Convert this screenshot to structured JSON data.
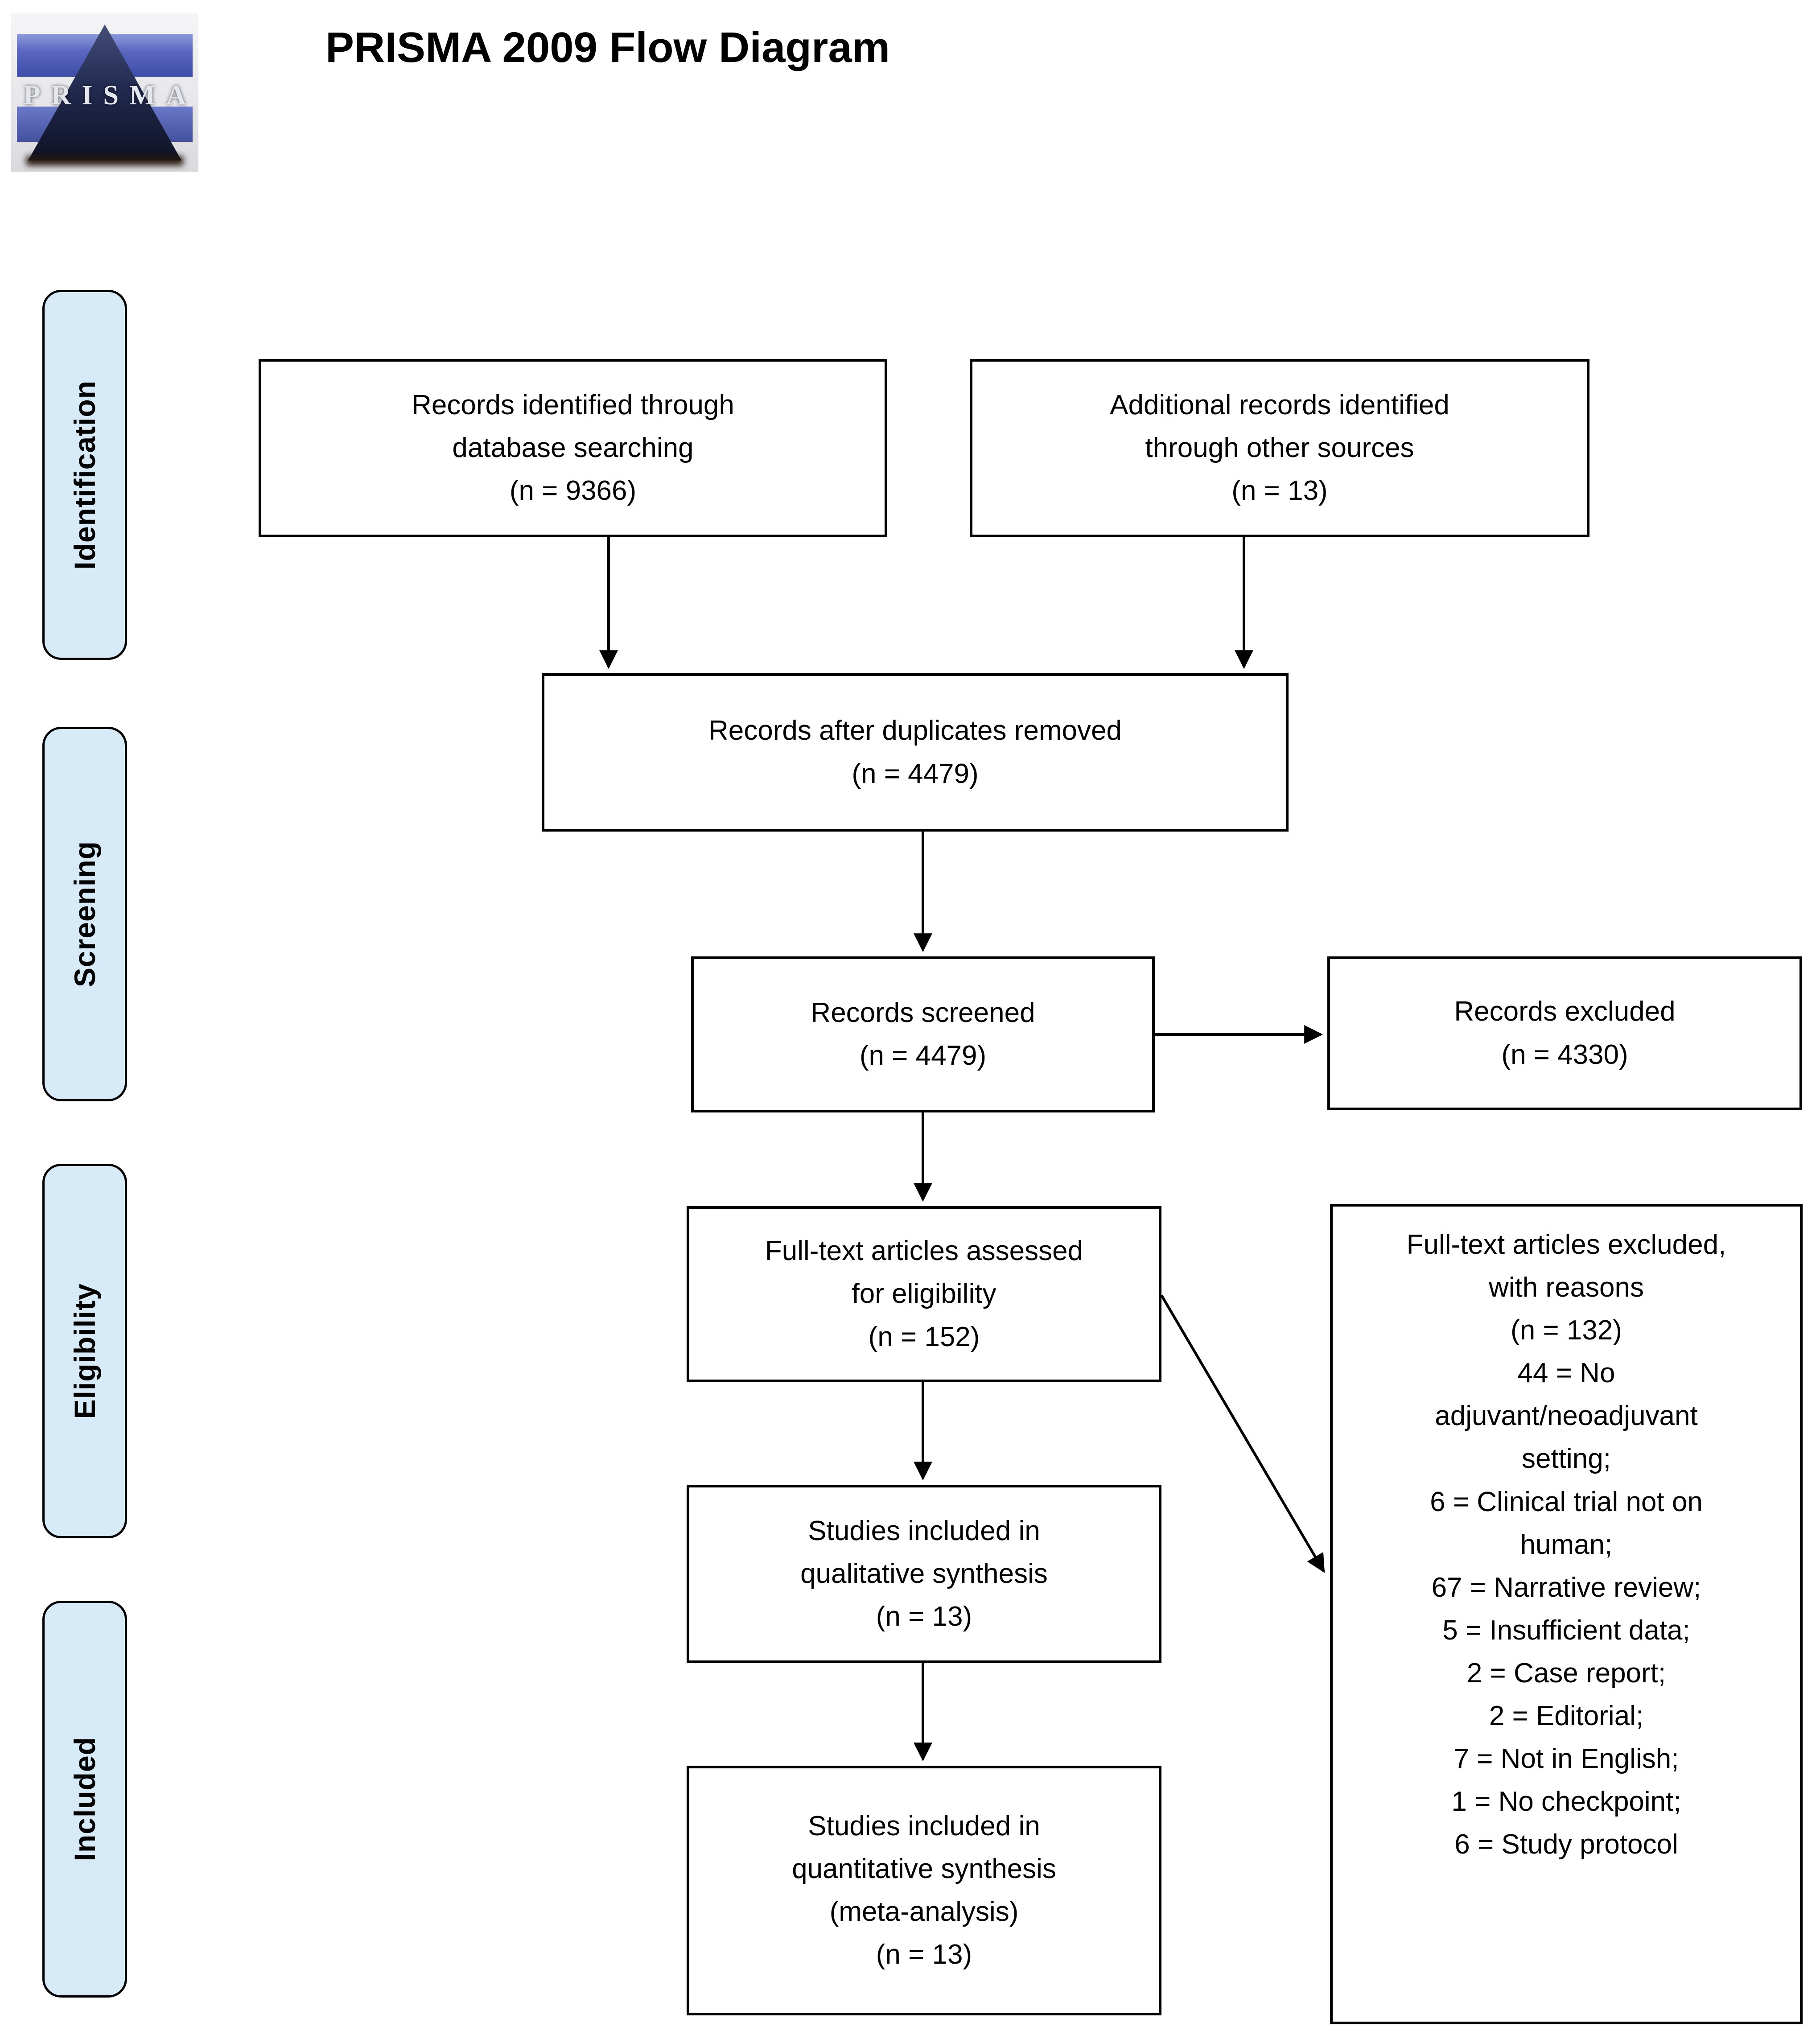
{
  "header": {
    "title": "PRISMA 2009 Flow Diagram",
    "logo_text": "PRISMA"
  },
  "colors": {
    "stage_band_fill": "#d6eaf8",
    "box_border": "#000000",
    "background": "#ffffff"
  },
  "stages": [
    {
      "label": "Identification"
    },
    {
      "label": "Screening"
    },
    {
      "label": "Eligibility"
    },
    {
      "label": "Included"
    }
  ],
  "flow": {
    "identified": {
      "text": "Records identified through\ndatabase searching\n(n = 9366)",
      "n": 9366
    },
    "additional": {
      "text": "Additional records identified\nthrough other sources\n(n = 13)",
      "n": 13
    },
    "deduplicated": {
      "text": "Records after duplicates removed\n(n = 4479)",
      "n": 4479
    },
    "screened": {
      "text": "Records screened\n(n = 4479)",
      "n": 4479
    },
    "excluded": {
      "text": "Records excluded\n(n = 4330)",
      "n": 4330
    },
    "fulltext_assessed": {
      "text": "Full-text articles assessed\nfor eligibility\n(n = 152)",
      "n": 152
    },
    "fulltext_excluded": {
      "text": "Full-text articles excluded,\nwith reasons\n(n = 132)\n44 = No\nadjuvant/neoadjuvant\nsetting;\n6 = Clinical trial not on\nhuman;\n67 = Narrative review;\n5 = Insufficient data;\n2 = Case report;\n2 = Editorial;\n7 = Not in English;\n1 = No checkpoint;\n6 = Study protocol",
      "n": 132,
      "reasons": [
        {
          "count": 44,
          "label": "No adjuvant/neoadjuvant setting"
        },
        {
          "count": 6,
          "label": "Clinical trial not on human"
        },
        {
          "count": 67,
          "label": "Narrative review"
        },
        {
          "count": 5,
          "label": "Insufficient data"
        },
        {
          "count": 2,
          "label": "Case report"
        },
        {
          "count": 2,
          "label": "Editorial"
        },
        {
          "count": 7,
          "label": "Not in English"
        },
        {
          "count": 1,
          "label": "No checkpoint"
        },
        {
          "count": 6,
          "label": "Study protocol"
        }
      ]
    },
    "qualitative": {
      "text": "Studies included in\nqualitative synthesis\n(n = 13)",
      "n": 13
    },
    "quantitative": {
      "text": "Studies included in\nquantitative synthesis\n(meta-analysis)\n(n = 13)",
      "n": 13
    }
  }
}
